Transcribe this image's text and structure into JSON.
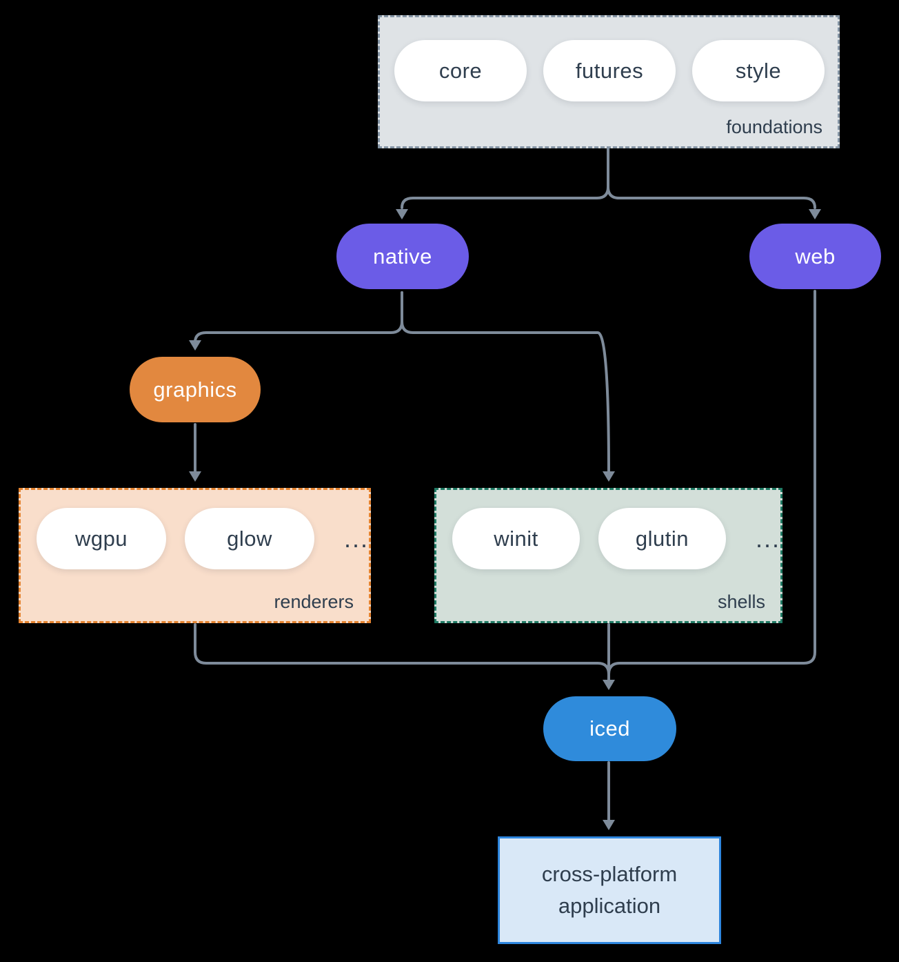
{
  "colors": {
    "background": "#000000",
    "wire": "#7e8b9a",
    "purple": "#6b5ce7",
    "orange": "#e2883f",
    "blue": "#2f8bdb",
    "foundations_fill": "#dfe3e6",
    "renderers_fill": "#f9decb",
    "shells_fill": "#d3dfd9",
    "application_fill": "#d9e8f7",
    "application_border": "#2e86de",
    "dark_text": "#2f3e4e"
  },
  "groups": {
    "foundations": {
      "label": "foundations",
      "pills": [
        "core",
        "futures",
        "style"
      ]
    },
    "renderers": {
      "label": "renderers",
      "pills": [
        "wgpu",
        "glow"
      ],
      "more": "..."
    },
    "shells": {
      "label": "shells",
      "pills": [
        "winit",
        "glutin"
      ],
      "more": "..."
    }
  },
  "nodes": {
    "native": {
      "label": "native"
    },
    "web": {
      "label": "web"
    },
    "graphics": {
      "label": "graphics"
    },
    "iced": {
      "label": "iced"
    },
    "application": {
      "label": "cross-platform application"
    }
  },
  "edges": [
    {
      "from": "foundations",
      "to": "native"
    },
    {
      "from": "foundations",
      "to": "web"
    },
    {
      "from": "native",
      "to": "graphics"
    },
    {
      "from": "native",
      "to": "shells"
    },
    {
      "from": "graphics",
      "to": "renderers"
    },
    {
      "from": "renderers",
      "to": "iced"
    },
    {
      "from": "shells",
      "to": "iced"
    },
    {
      "from": "web",
      "to": "iced"
    },
    {
      "from": "iced",
      "to": "application"
    }
  ]
}
